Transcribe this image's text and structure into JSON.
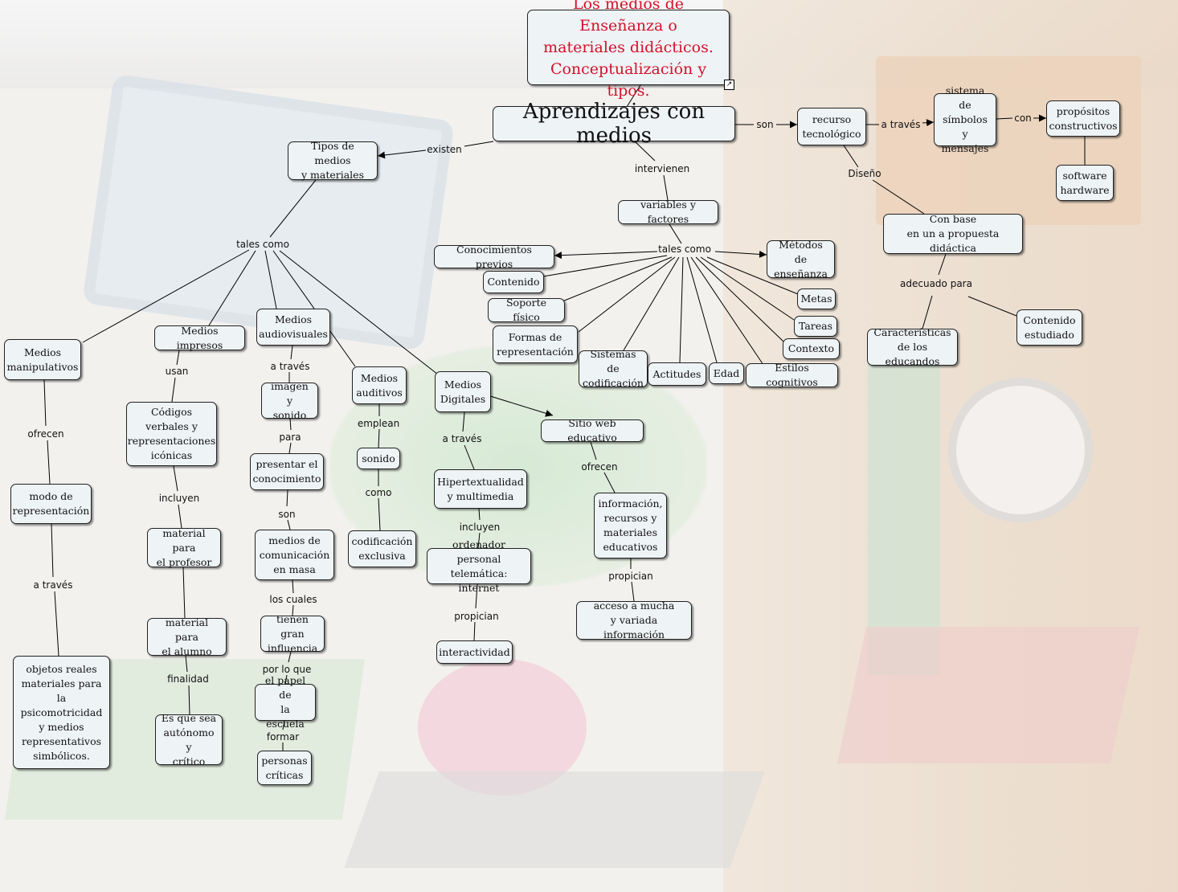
{
  "title": "Los medios de Enseñanza o\nmateriales didácticos.\nConceptualización y tipos.",
  "central": "Aprendizajes con medios",
  "colors": {
    "title_text": "#d3112a",
    "node_fill": "#eef3f5",
    "line": "#000000"
  },
  "icons": {
    "title_corner": "external-link-icon"
  },
  "nodes": {
    "tipos": "Tipos de medios\ny materiales",
    "recurso": "recurso\ntecnológico",
    "sistema": "sistema de\nsímbolos y\nmensajes",
    "propositos": "propósitos\nconstructivos",
    "software": "software\nhardware",
    "conbase": "Con base\nen un a propuesta didáctica",
    "caracteristicas": "Características\nde los educandos",
    "contenido_est": "Contenido\nestudiado",
    "variables": "variables y factores",
    "conocimientos": "Conocimientos previos",
    "contenido": "Contenido",
    "soporte": "Soporte físico",
    "formas": "Formas de\nrepresentación",
    "sistemas_cod": "Sistemas de\ncodificación",
    "actitudes": "Actitudes",
    "edad": "Edad",
    "estilos": "Estilos cognitivos",
    "contexto": "Contexto",
    "tareas": "Tareas",
    "metas": "Metas",
    "metodos": "Métodos de\nenseñanza",
    "manipulativos": "Medios\nmanipulativos",
    "modo": "modo de\nrepresentación",
    "objetos": "objetos reales\nmateriales para\nla psicomotricidad\ny medios\nrepresentativos\nsimbólicos.",
    "impresos": "Medios impresos",
    "codigos": "Códigos\nverbales y\nrepresentaciones\nicónicas",
    "mat_profesor": "material para\nel profesor",
    "mat_alumno": "material  para\nel alumno",
    "autonomo": "Es que sea\nautónomo y\ncrítico",
    "audiovisuales": "Medios\naudiovisuales",
    "imagen": "imagen y\nsonido",
    "presentar": "presentar el\nconocimiento",
    "comunicacion": "medios de\ncomunicación\nen masa",
    "influencia": "tienen gran\ninfluencia",
    "papel": "el papel de\nla escuela",
    "personas": "personas\ncríticas",
    "auditivos": "Medios\nauditivos",
    "sonido": "sonido",
    "codificacion": "codificación\nexclusiva",
    "digitales": "Medios\nDigitales",
    "hipertext": "Hipertextualidad\ny multimedia",
    "ordenador": "ordenador personal\ntelemática: internet",
    "interactividad": "interactividad",
    "sitio": "Sitio web educativo",
    "informacion": "información,\nrecursos y\nmateriales\neducativos",
    "acceso": "acceso a mucha\ny variada información"
  },
  "links": {
    "existen": "existen",
    "son": "son",
    "a_traves_top": "a través",
    "con": "con",
    "diseno": "Diseño",
    "adecuado": "adecuado para",
    "intervienen": "intervienen",
    "tales_como_right": "tales como",
    "tales_como_left": "tales como",
    "ofrecen_manip": "ofrecen",
    "a_traves_manip": "a través",
    "usan": "usan",
    "incluyen_imp": "incluyen",
    "finalidad": "finalidad",
    "a_traves_av": "a través",
    "para": "para",
    "son_av": "son",
    "los_cuales": "los cuales",
    "por_lo_que": "por lo que",
    "formar": "formar",
    "emplean": "emplean",
    "como": "como",
    "a_traves_dig": "a través",
    "incluyen_dig": "incluyen",
    "propician_dig": "propician",
    "ofrecen_web": "ofrecen",
    "propician_web": "propician"
  }
}
